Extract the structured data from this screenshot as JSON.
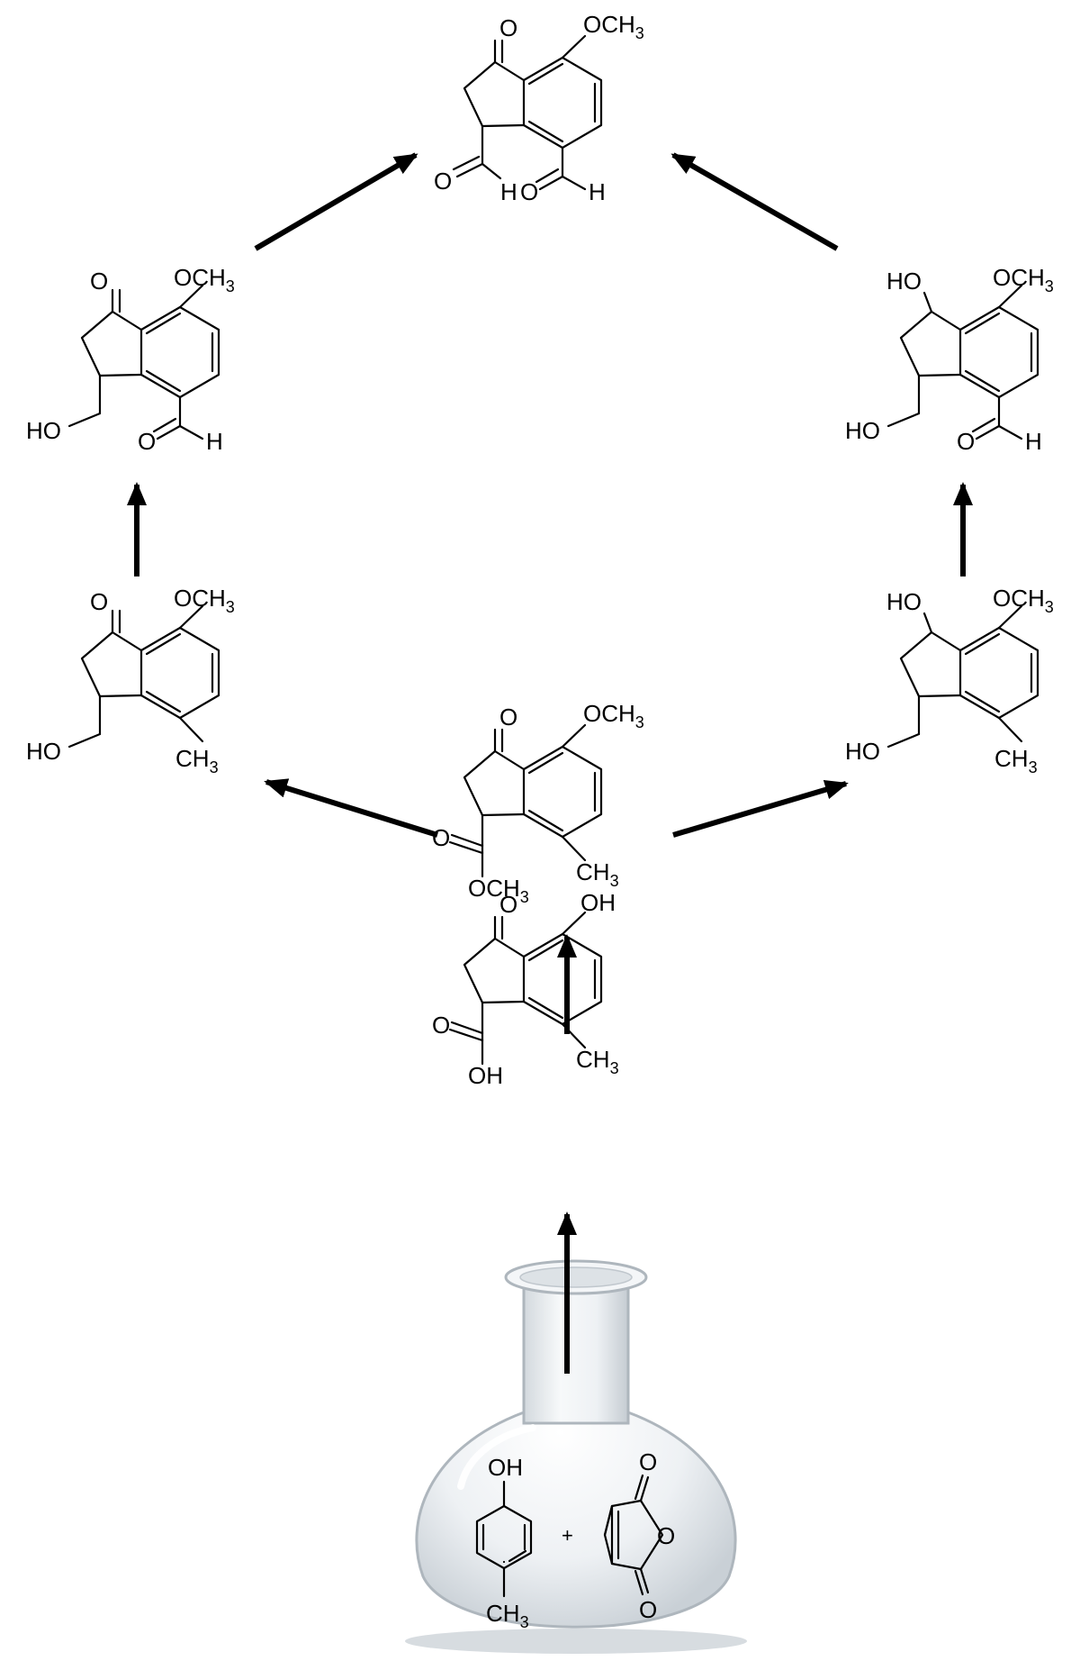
{
  "palette": {
    "ink": "#000000",
    "flask_glass": "#e6eaee",
    "flask_edge": "#aeb6bd",
    "flask_shadow": "#c8ced3"
  },
  "flask": {
    "reactant_a": {
      "oh": "OH",
      "ch3_c": "CH",
      "ch3_n": "3"
    },
    "plus": "+",
    "reactant_b": {
      "o_top": "O",
      "o_ring": "O",
      "o_bottom": "O"
    }
  },
  "molecules": {
    "acid": {
      "o_ketone": "O",
      "oh_phenol": "OH",
      "o_carbonyl": "O",
      "oh_acid": "OH",
      "ch3_c": "CH",
      "ch3_n": "3"
    },
    "ester": {
      "o_ketone": "O",
      "och3_c": "OCH",
      "och3_n": "3",
      "o_carbonyl": "O",
      "och3_ester_c": "OCH",
      "och3_ester_n": "3",
      "ch3_c": "CH",
      "ch3_n": "3"
    },
    "left_alcohol": {
      "o_ketone": "O",
      "och3_c": "OCH",
      "och3_n": "3",
      "ho": "HO",
      "ch3_c": "CH",
      "ch3_n": "3"
    },
    "right_diol": {
      "ho_top": "HO",
      "och3_c": "OCH",
      "och3_n": "3",
      "ho": "HO",
      "ch3_c": "CH",
      "ch3_n": "3"
    },
    "left_aldehyde": {
      "o_ketone": "O",
      "och3_c": "OCH",
      "och3_n": "3",
      "ho": "HO",
      "o_ald": "O",
      "h_ald": "H"
    },
    "right_aldehyde": {
      "ho_top": "HO",
      "och3_c": "OCH",
      "och3_n": "3",
      "ho": "HO",
      "o_ald": "O",
      "h_ald": "H"
    },
    "top_dialdehyde": {
      "o_ketone": "O",
      "och3_c": "OCH",
      "och3_n": "3",
      "o_ald1": "O",
      "h_ald1": "H",
      "o_ald2": "O",
      "h_ald2": "H"
    }
  }
}
